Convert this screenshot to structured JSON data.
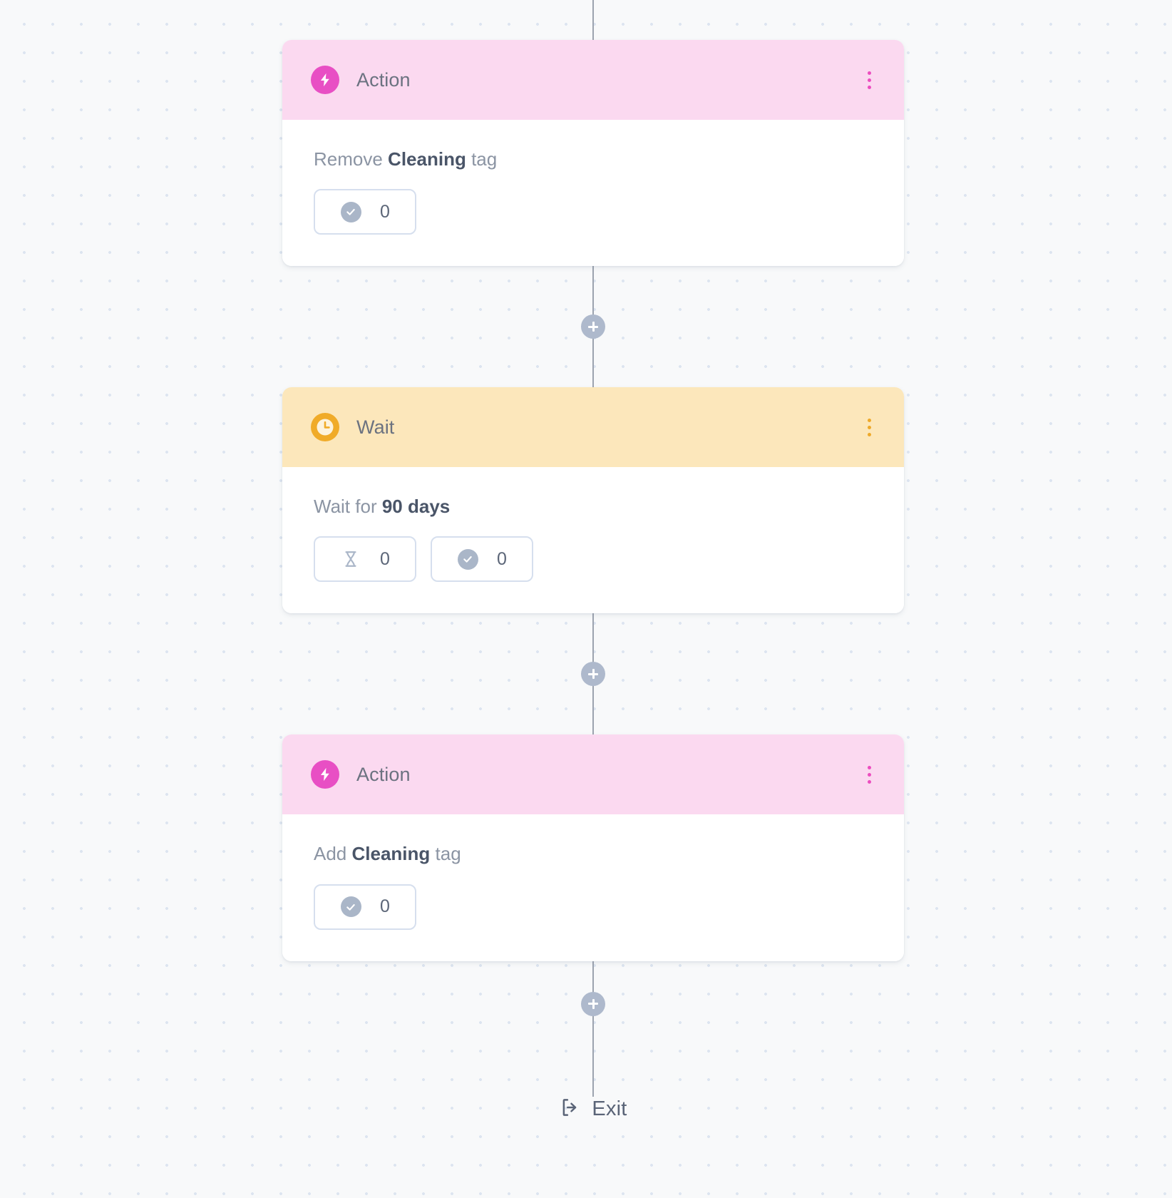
{
  "canvas": {
    "background_color": "#f8f9fa",
    "dot_color": "#dde5f0",
    "connector_color": "#9ca3af"
  },
  "nodes": [
    {
      "type": "action",
      "header_label": "Action",
      "icon": "lightning-bolt-icon",
      "header_color": "#fbd9f0",
      "icon_color": "#e84fc4",
      "description": {
        "prefix": "Remove ",
        "emphasis": "Cleaning",
        "suffix": " tag"
      },
      "stats": [
        {
          "icon": "check-circle-icon",
          "value": "0"
        }
      ]
    },
    {
      "type": "wait",
      "header_label": "Wait",
      "icon": "clock-icon",
      "header_color": "#fce7bb",
      "icon_color": "#f0ab29",
      "description": {
        "prefix": "Wait for ",
        "emphasis": "90 days",
        "suffix": ""
      },
      "stats": [
        {
          "icon": "hourglass-icon",
          "value": "0"
        },
        {
          "icon": "check-circle-icon",
          "value": "0"
        }
      ]
    },
    {
      "type": "action",
      "header_label": "Action",
      "icon": "lightning-bolt-icon",
      "header_color": "#fbd9f0",
      "icon_color": "#e84fc4",
      "description": {
        "prefix": "Add ",
        "emphasis": "Cleaning",
        "suffix": " tag"
      },
      "stats": [
        {
          "icon": "check-circle-icon",
          "value": "0"
        }
      ]
    }
  ],
  "connectors": {
    "add_button_icon": "plus-icon",
    "add_button_color": "#aeb9cc"
  },
  "exit": {
    "label": "Exit",
    "icon": "exit-icon"
  }
}
